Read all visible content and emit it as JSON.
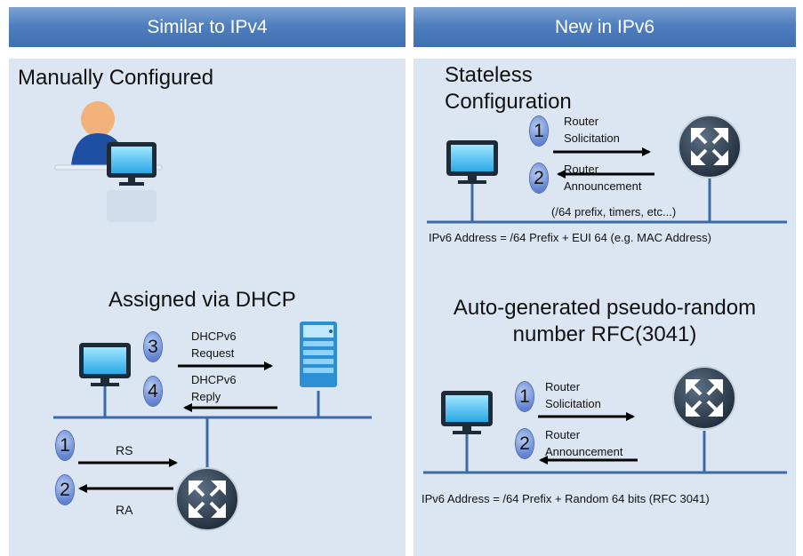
{
  "headers": {
    "left": "Similar to IPv4",
    "right": "New in IPv6"
  },
  "left": {
    "manual_title": "Manually Configured",
    "dhcp_title": "Assigned via DHCP",
    "dhcp_steps": [
      {
        "num": "3",
        "line1": "DHCPv6",
        "line2": "Request"
      },
      {
        "num": "4",
        "line1": "DHCPv6",
        "line2": "Reply"
      }
    ],
    "router_steps": [
      {
        "num": "1",
        "label": "RS"
      },
      {
        "num": "2",
        "label": "RA"
      }
    ]
  },
  "right": {
    "stateless_title_1": "Stateless",
    "stateless_title_2": "Configuration",
    "stateless_steps": [
      {
        "num": "1",
        "line1": "Router",
        "line2": "Solicitation"
      },
      {
        "num": "2",
        "line1": "Router",
        "line2": "Announcement"
      }
    ],
    "stateless_note": "(/64 prefix, timers, etc...)",
    "stateless_formula": "IPv6 Address = /64 Prefix + EUI 64 (e.g. MAC Address)",
    "random_title_1": "Auto-generated pseudo-random",
    "random_title_2": "number RFC(3041)",
    "random_steps": [
      {
        "num": "1",
        "line1": "Router",
        "line2": "Solicitation"
      },
      {
        "num": "2",
        "line1": "Router",
        "line2": "Announcement"
      }
    ],
    "random_formula": "IPv6 Address = /64 Prefix + Random 64 bits (RFC 3041)"
  }
}
